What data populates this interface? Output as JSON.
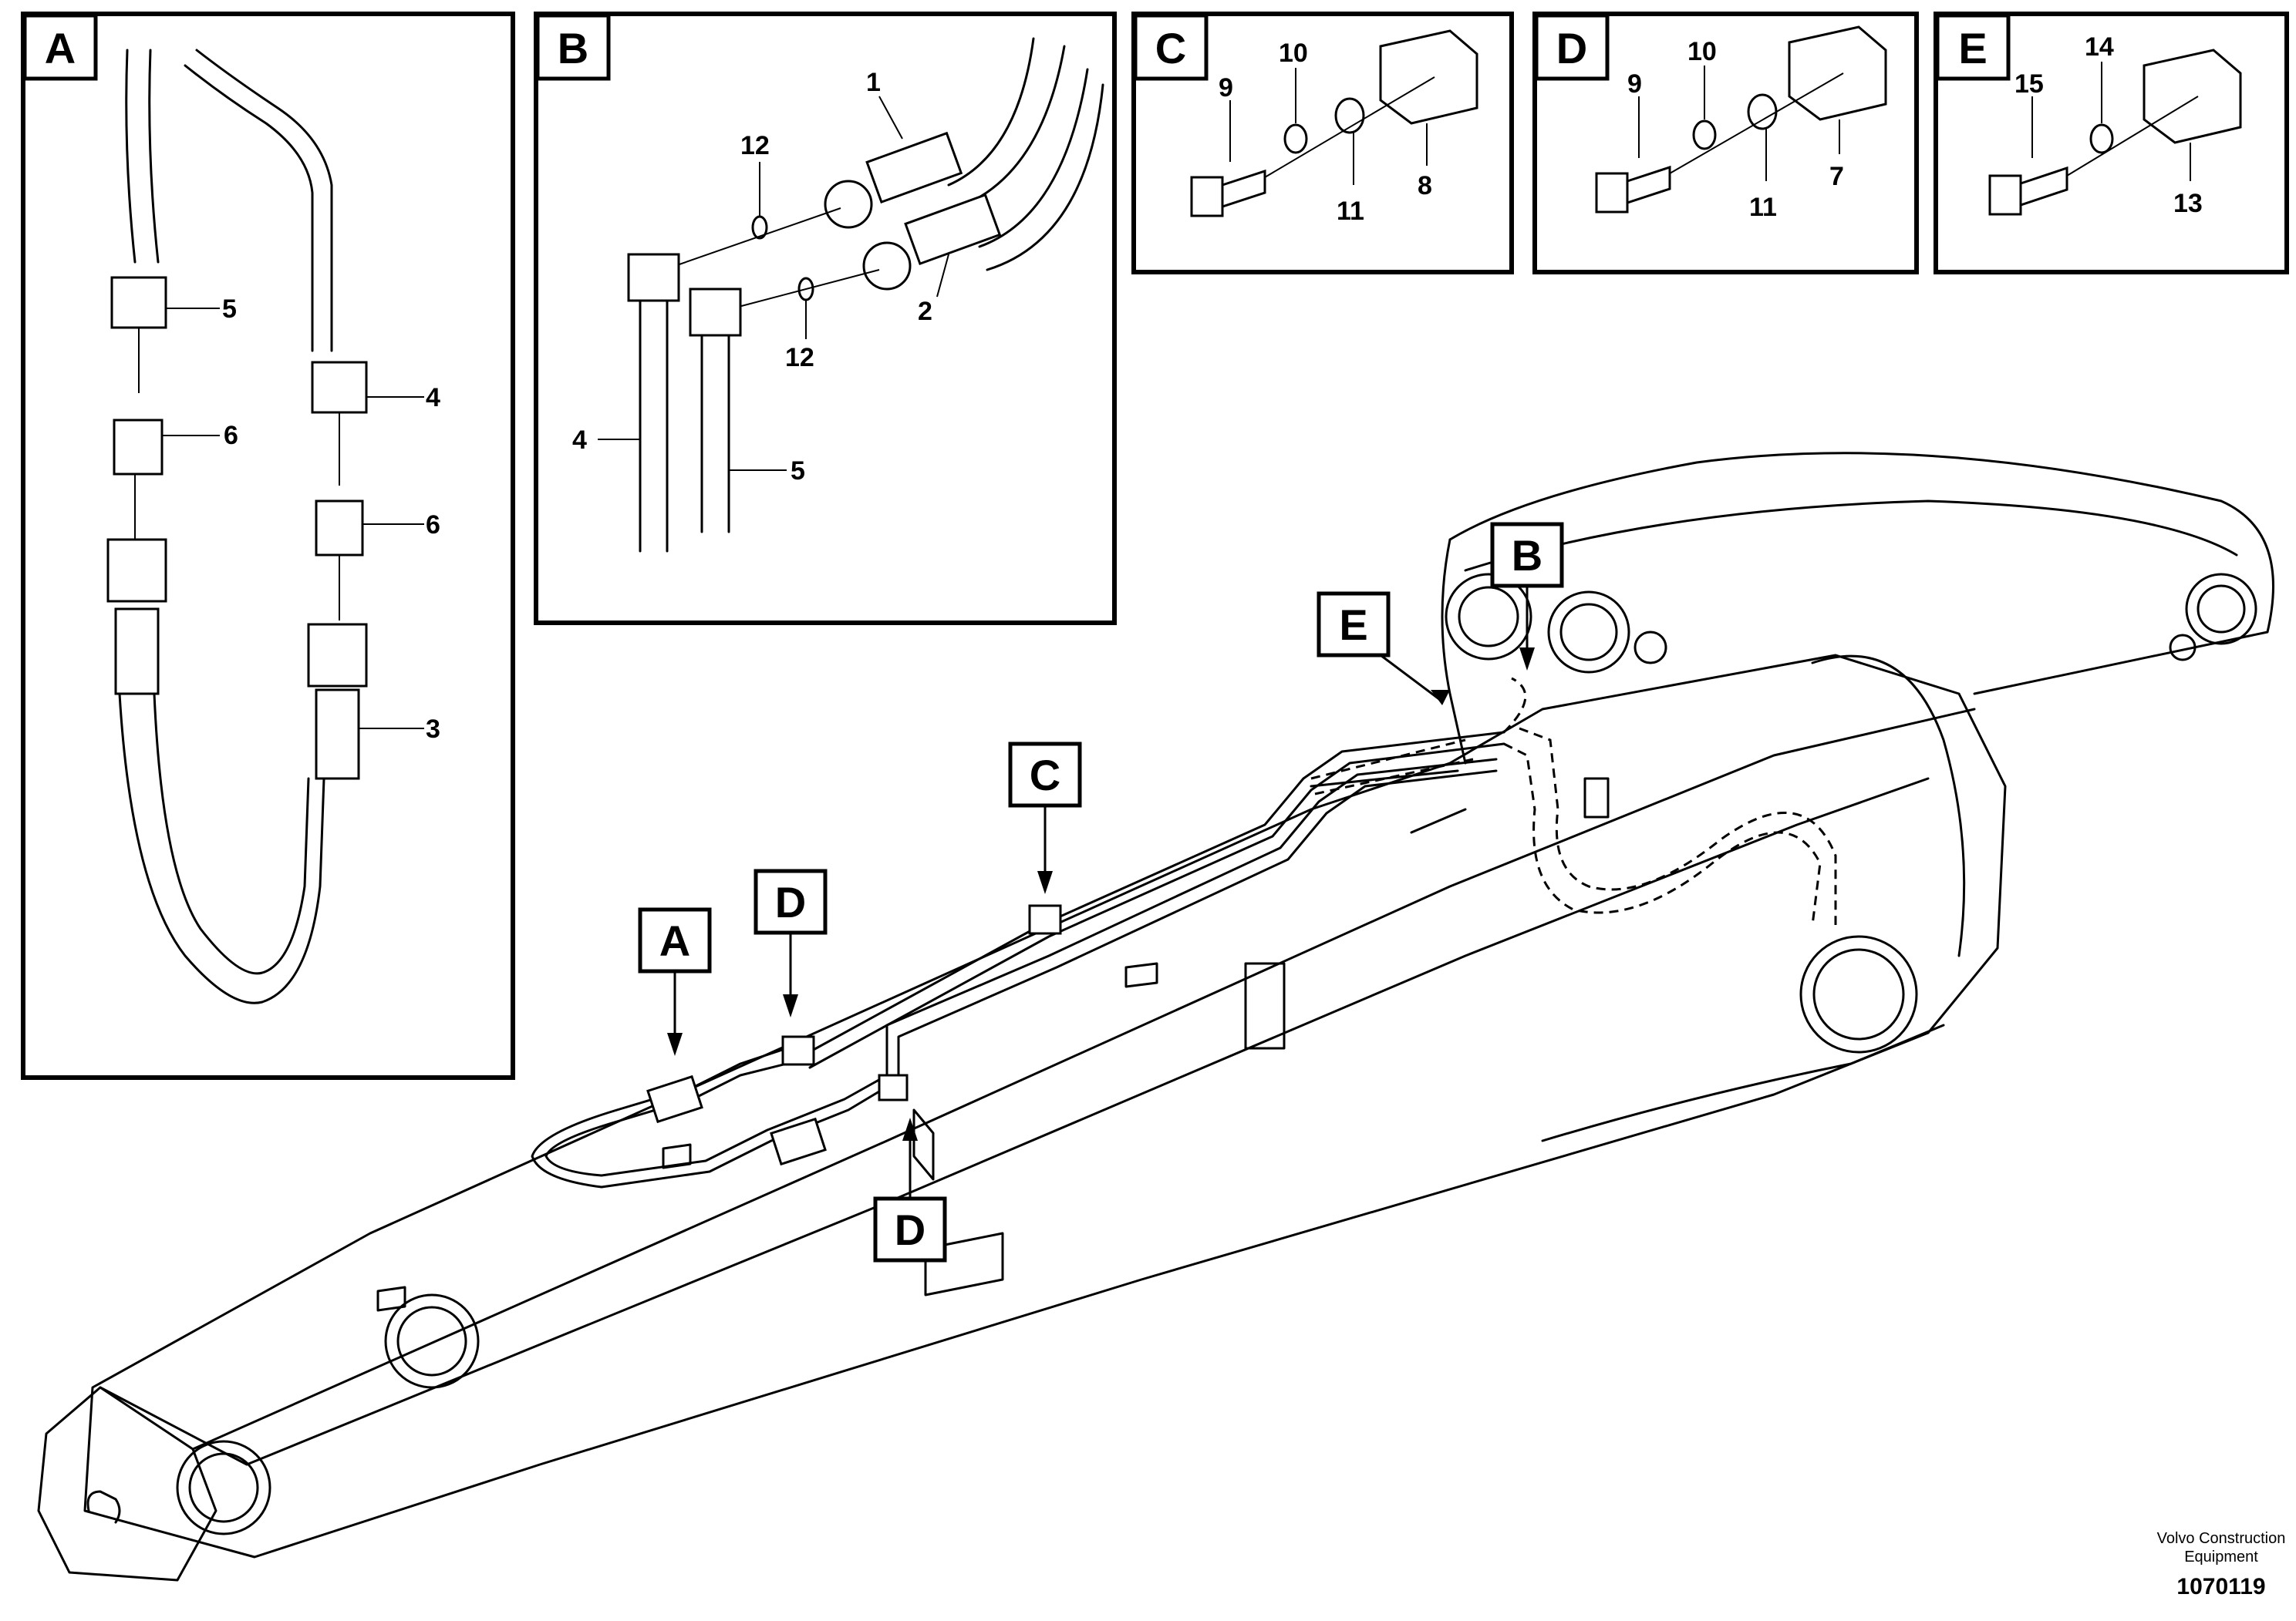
{
  "panels": {
    "A": {
      "tag": "A",
      "labels": [
        "5",
        "6",
        "4",
        "6",
        "3"
      ]
    },
    "B": {
      "tag": "B",
      "labels": [
        "1",
        "12",
        "2",
        "12",
        "4",
        "5"
      ]
    },
    "C": {
      "tag": "C",
      "labels": [
        "9",
        "10",
        "11",
        "8"
      ]
    },
    "D": {
      "tag": "D",
      "labels": [
        "9",
        "10",
        "11",
        "7"
      ]
    },
    "E": {
      "tag": "E",
      "labels": [
        "15",
        "14",
        "13"
      ]
    }
  },
  "callouts": [
    "B",
    "E",
    "C",
    "D",
    "A",
    "D"
  ],
  "footer": {
    "manufacturer_line1": "Volvo Construction",
    "manufacturer_line2": "Equipment",
    "illustration_number": "1070119"
  }
}
